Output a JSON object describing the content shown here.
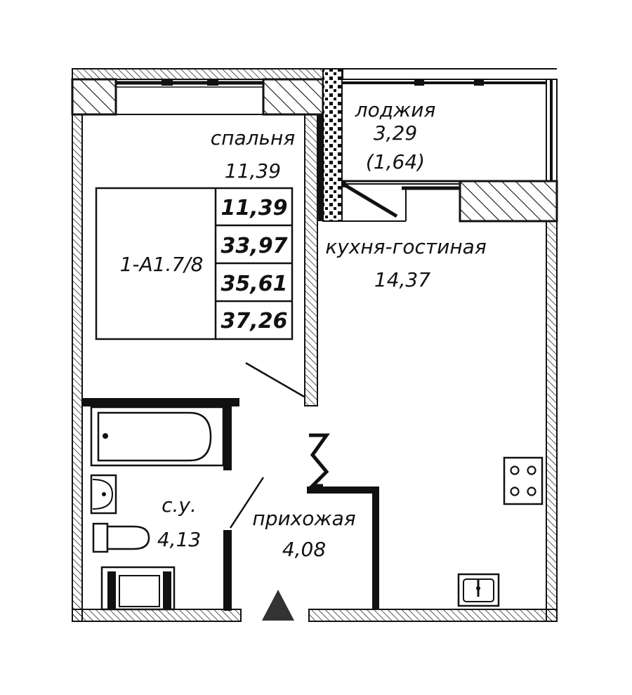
{
  "apartment": {
    "code": "1-А1.7/8",
    "areas": [
      "11,39",
      "33,97",
      "35,61",
      "37,26"
    ]
  },
  "rooms": {
    "bedroom": {
      "name": "спальня",
      "area": "11,39"
    },
    "loggia": {
      "name": "лоджия",
      "area": "3,29",
      "area_reduced": "(1,64)"
    },
    "kitchen_living": {
      "name": "кухня-гостиная",
      "area": "14,37"
    },
    "bathroom": {
      "name": "с.у.",
      "area": "4,13"
    },
    "hallway": {
      "name": "прихожая",
      "area": "4,08"
    }
  },
  "colors": {
    "ink": "#111111",
    "background": "#ffffff",
    "entrance_marker": "#333333"
  }
}
